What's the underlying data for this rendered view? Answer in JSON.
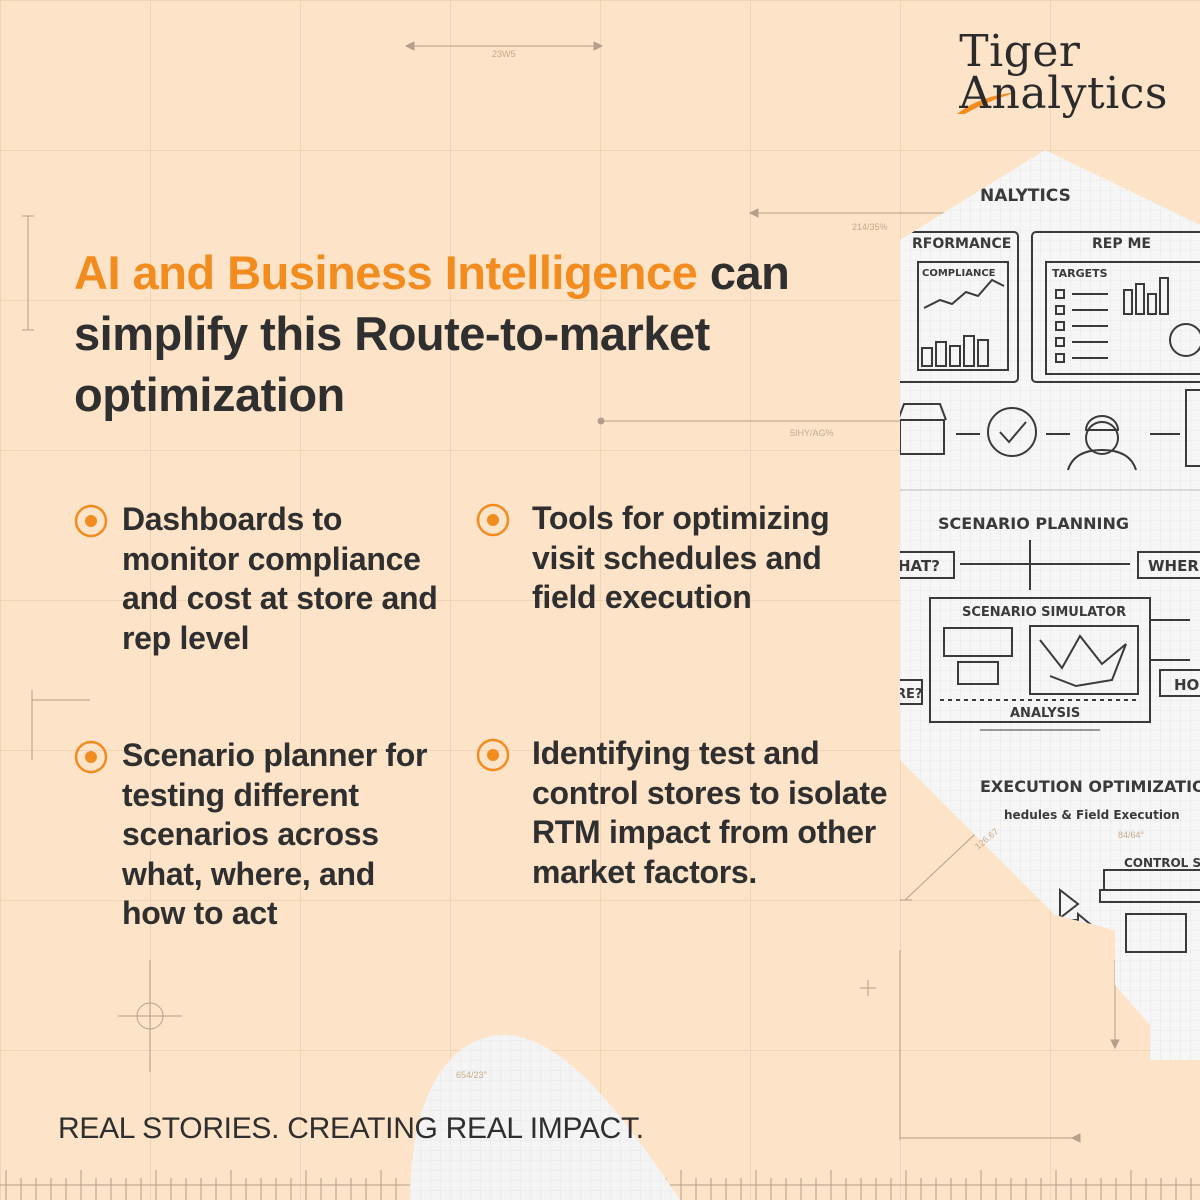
{
  "brand": {
    "line1": "Tiger",
    "line2": "Analytics",
    "accent_color": "#f28c1e"
  },
  "headline": {
    "accent": "AI and Business Intelligence",
    "rest": " can simplify this Route-to-market optimization"
  },
  "points": [
    {
      "icon": "target-bullet-icon",
      "text": "Dashboards to monitor compliance and cost at store and rep level"
    },
    {
      "icon": "target-bullet-icon",
      "text": "Tools for optimizing visit schedules and field execution"
    },
    {
      "icon": "target-bullet-icon",
      "text": "Scenario planner for testing different scenarios across what, where, and how to act"
    },
    {
      "icon": "target-bullet-icon",
      "text": "Identifying test and control stores to isolate RTM impact from other market factors."
    }
  ],
  "footer": "REAL STORIES. CREATING REAL IMPACT.",
  "sketch": {
    "analytics": "NALYTICS",
    "performance": "RFORMANCE",
    "rep_metrics": "REP ME",
    "compliance": "COMPLIANCE",
    "targets": "TARGETS",
    "scenario_planning": "SCENARIO PLANNING",
    "what": "HAT?",
    "where": "WHER",
    "scenario_simulator": "SCENARIO SIMULATOR",
    "who": "RE?",
    "how": "HO",
    "analysis": "ANALYSIS",
    "execution_optimization": "EXECUTION OPTIMIZATION",
    "schedules": "hedules & Field Execution",
    "control_stores": "CONTROL S"
  },
  "measurements": {
    "m1": "23W5",
    "m2": "214/35%",
    "m3": "5IHY/AG%",
    "m4": "654/23°",
    "m5": "126.67",
    "m6": "84/64°"
  },
  "colors": {
    "background": "#fde3c8",
    "text": "#2f2f2f",
    "accent": "#f28c1e"
  }
}
